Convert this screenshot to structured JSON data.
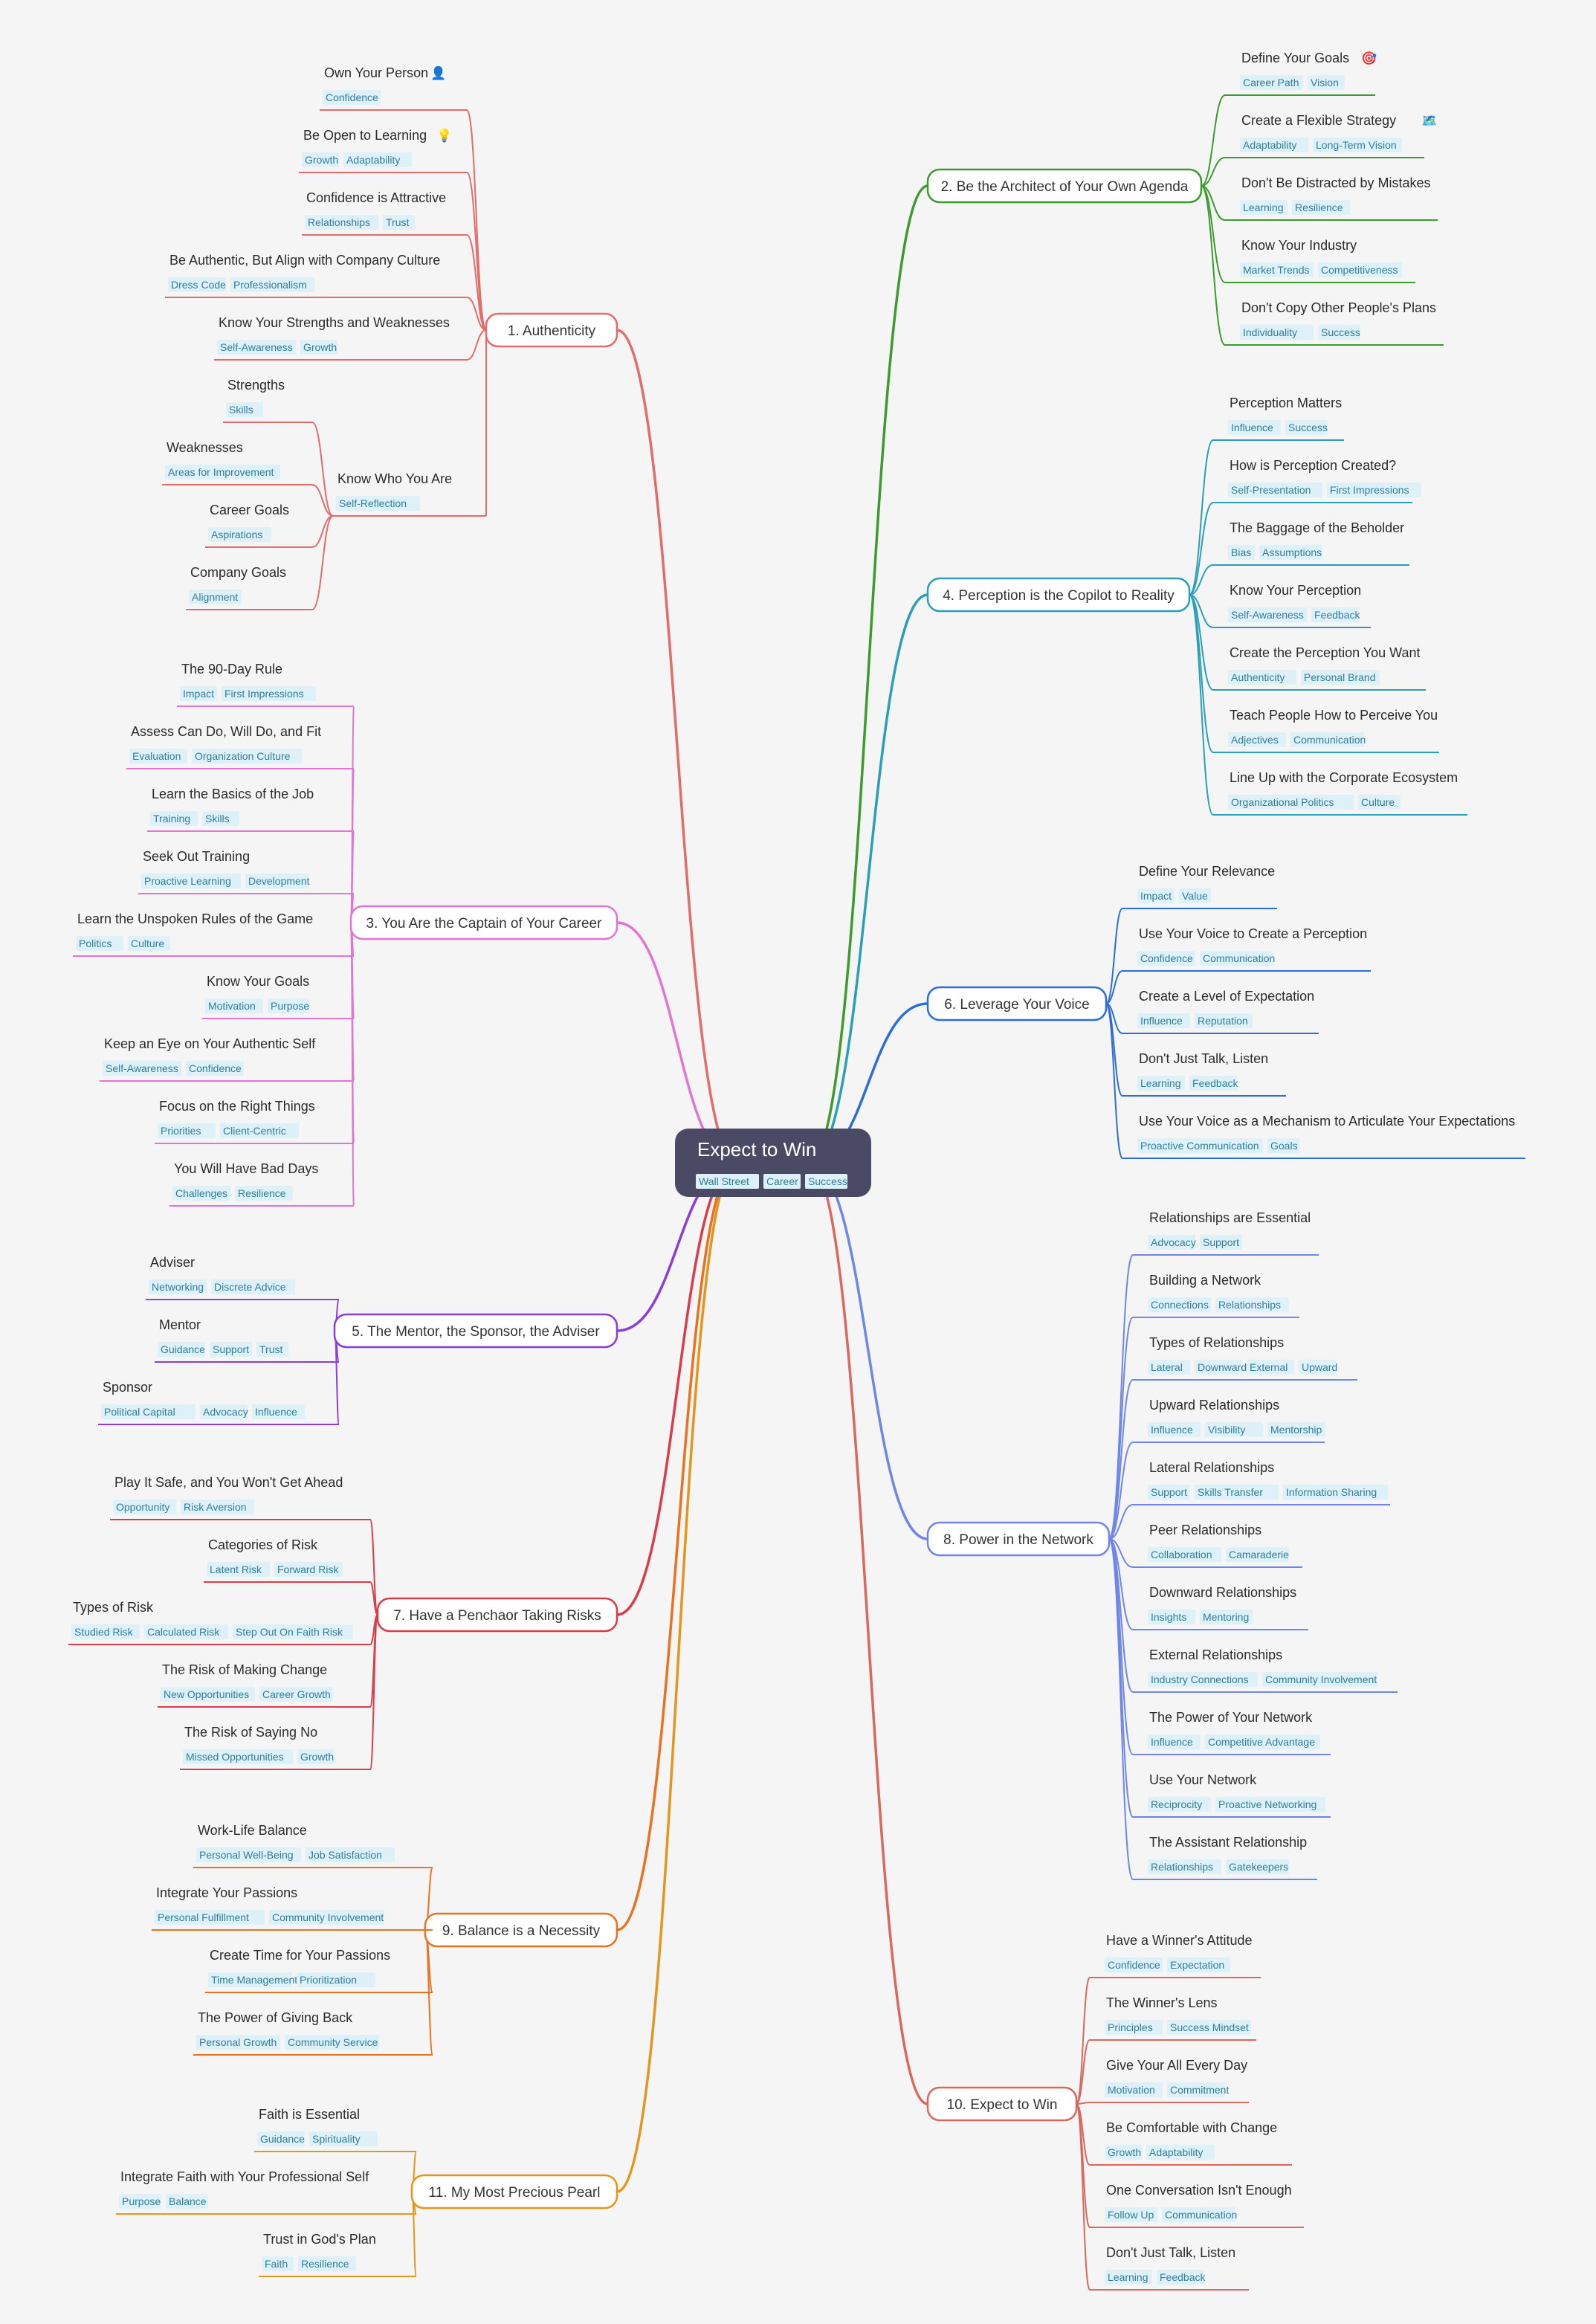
{
  "root": {
    "label": "Expect to Win",
    "tags": [
      "Wall Street",
      "Career",
      "Success"
    ]
  },
  "branches": [
    {
      "id": "authenticity",
      "label": "1. Authenticity",
      "color": "#e06c6c",
      "side": "left",
      "children": [
        {
          "label": "Own Your Person",
          "emoji": "👤",
          "tags": [
            "Confidence"
          ]
        },
        {
          "label": "Be Open to Learning",
          "emoji": "💡",
          "tags": [
            "Growth",
            "Adaptability"
          ]
        },
        {
          "label": "Confidence is Attractive",
          "tags": [
            "Relationships",
            "Trust"
          ]
        },
        {
          "label": "Be Authentic, But Align with Company Culture",
          "tags": [
            "Dress Code",
            "Professionalism"
          ]
        },
        {
          "label": "Know Your Strengths and Weaknesses",
          "tags": [
            "Self-Awareness",
            "Growth"
          ]
        },
        {
          "label": "Know Who You Are",
          "tags": [
            "Self-Reflection"
          ],
          "children": [
            {
              "label": "Strengths",
              "tags": [
                "Skills"
              ]
            },
            {
              "label": "Weaknesses",
              "tags": [
                "Areas for Improvement"
              ]
            },
            {
              "label": "Career Goals",
              "tags": [
                "Aspirations"
              ]
            },
            {
              "label": "Company Goals",
              "tags": [
                "Alignment"
              ]
            }
          ]
        }
      ]
    },
    {
      "id": "architect",
      "label": "2. Be the Architect of Your Own Agenda",
      "color": "#3d9a2f",
      "side": "right",
      "children": [
        {
          "label": "Define Your Goals",
          "emoji": "🎯",
          "tags": [
            "Career Path",
            "Vision"
          ]
        },
        {
          "label": "Create a Flexible Strategy",
          "emoji": "🗺️",
          "tags": [
            "Adaptability",
            "Long-Term Vision"
          ]
        },
        {
          "label": "Don't Be Distracted by Mistakes",
          "tags": [
            "Learning",
            "Resilience"
          ]
        },
        {
          "label": "Know Your Industry",
          "tags": [
            "Market Trends",
            "Competitiveness"
          ]
        },
        {
          "label": "Don't Copy Other People's Plans",
          "tags": [
            "Individuality",
            "Success"
          ]
        }
      ]
    },
    {
      "id": "captain",
      "label": "3. You Are the Captain of Your Career",
      "color": "#e176d0",
      "side": "left",
      "children": [
        {
          "label": "The 90-Day Rule",
          "tags": [
            "Impact",
            "First Impressions"
          ]
        },
        {
          "label": "Assess Can Do, Will Do, and Fit",
          "tags": [
            "Evaluation",
            "Organization Culture"
          ]
        },
        {
          "label": "Learn the Basics of the Job",
          "tags": [
            "Training",
            "Skills"
          ]
        },
        {
          "label": "Seek Out Training",
          "tags": [
            "Proactive Learning",
            "Development"
          ]
        },
        {
          "label": "Learn the Unspoken Rules of the Game",
          "tags": [
            "Politics",
            "Culture"
          ]
        },
        {
          "label": "Know Your Goals",
          "tags": [
            "Motivation",
            "Purpose"
          ]
        },
        {
          "label": "Keep an Eye on Your Authentic Self",
          "tags": [
            "Self-Awareness",
            "Confidence"
          ]
        },
        {
          "label": "Focus on the Right Things",
          "tags": [
            "Priorities",
            "Client-Centric"
          ]
        },
        {
          "label": "You Will Have Bad Days",
          "tags": [
            "Challenges",
            "Resilience"
          ]
        }
      ]
    },
    {
      "id": "perception",
      "label": "4. Perception is the Copilot to Reality",
      "color": "#2a9fb5",
      "side": "right",
      "children": [
        {
          "label": "Perception Matters",
          "tags": [
            "Influence",
            "Success"
          ]
        },
        {
          "label": "How is Perception Created?",
          "tags": [
            "Self-Presentation",
            "First Impressions"
          ]
        },
        {
          "label": "The Baggage of the Beholder",
          "tags": [
            "Bias",
            "Assumptions"
          ]
        },
        {
          "label": "Know Your Perception",
          "tags": [
            "Self-Awareness",
            "Feedback"
          ]
        },
        {
          "label": "Create the Perception You Want",
          "tags": [
            "Authenticity",
            "Personal Brand"
          ]
        },
        {
          "label": "Teach People How to Perceive You",
          "tags": [
            "Adjectives",
            "Communication"
          ]
        },
        {
          "label": "Line Up with the Corporate Ecosystem",
          "tags": [
            "Organizational Politics",
            "Culture"
          ]
        }
      ]
    },
    {
      "id": "mentor",
      "label": "5. The Mentor, the Sponsor, the Adviser",
      "color": "#8a3ed6",
      "side": "left",
      "children": [
        {
          "label": "Adviser",
          "tags": [
            "Networking",
            "Discrete Advice"
          ]
        },
        {
          "label": "Mentor",
          "tags": [
            "Guidance",
            "Support",
            "Trust"
          ]
        },
        {
          "label": "Sponsor",
          "tags": [
            "Political Capital",
            "Advocacy",
            "Influence"
          ]
        }
      ]
    },
    {
      "id": "voice",
      "label": "6. Leverage Your Voice",
      "color": "#2b6fd6",
      "side": "right",
      "children": [
        {
          "label": "Define Your Relevance",
          "tags": [
            "Impact",
            "Value"
          ]
        },
        {
          "label": "Use Your Voice to Create a Perception",
          "tags": [
            "Confidence",
            "Communication"
          ]
        },
        {
          "label": "Create a Level of Expectation",
          "tags": [
            "Influence",
            "Reputation"
          ]
        },
        {
          "label": "Don't Just Talk, Listen",
          "tags": [
            "Learning",
            "Feedback"
          ]
        },
        {
          "label": "Use Your Voice as a Mechanism to Articulate Your Expectations",
          "tags": [
            "Proactive Communication",
            "Goals"
          ]
        }
      ]
    },
    {
      "id": "risk",
      "label": "7. Have a Penchaor Taking Risks",
      "color": "#d93c4b",
      "side": "left",
      "children": [
        {
          "label": "Play It Safe, and You Won't Get Ahead",
          "tags": [
            "Opportunity",
            "Risk Aversion"
          ]
        },
        {
          "label": "Categories of Risk",
          "tags": [
            "Latent Risk",
            "Forward Risk"
          ]
        },
        {
          "label": "Types of Risk",
          "tags": [
            "Studied Risk",
            "Calculated Risk",
            "Step Out On Faith Risk"
          ]
        },
        {
          "label": "The Risk of Making Change",
          "tags": [
            "New Opportunities",
            "Career Growth"
          ]
        },
        {
          "label": "The Risk of Saying No",
          "tags": [
            "Missed Opportunities",
            "Growth"
          ]
        }
      ]
    },
    {
      "id": "network",
      "label": "8. Power in the Network",
      "color": "#6f86e6",
      "side": "right",
      "children": [
        {
          "label": "Relationships are Essential",
          "tags": [
            "Advocacy",
            "Support"
          ]
        },
        {
          "label": "Building a Network",
          "tags": [
            "Connections",
            "Relationships"
          ]
        },
        {
          "label": "Types of Relationships",
          "tags": [
            "Lateral",
            "Downward",
            "External",
            "Upward"
          ]
        },
        {
          "label": "Upward Relationships",
          "tags": [
            "Influence",
            "Visibility",
            "Mentorship"
          ]
        },
        {
          "label": "Lateral Relationships",
          "tags": [
            "Support",
            "Skills Transfer",
            "Information Sharing"
          ]
        },
        {
          "label": "Peer Relationships",
          "tags": [
            "Collaboration",
            "Camaraderie"
          ]
        },
        {
          "label": "Downward Relationships",
          "tags": [
            "Insights",
            "Mentoring"
          ]
        },
        {
          "label": "External Relationships",
          "tags": [
            "Industry Connections",
            "Community Involvement"
          ]
        },
        {
          "label": "The Power of Your Network",
          "tags": [
            "Influence",
            "Competitive Advantage"
          ]
        },
        {
          "label": "Use Your Network",
          "tags": [
            "Reciprocity",
            "Proactive Networking"
          ]
        },
        {
          "label": "The Assistant Relationship",
          "tags": [
            "Relationships",
            "Gatekeepers"
          ]
        }
      ]
    },
    {
      "id": "balance",
      "label": "9. Balance is a Necessity",
      "color": "#e8721f",
      "side": "left",
      "children": [
        {
          "label": "Work-Life Balance",
          "tags": [
            "Personal Well-Being",
            "Job Satisfaction"
          ]
        },
        {
          "label": "Integrate Your Passions",
          "tags": [
            "Personal Fulfillment",
            "Community Involvement"
          ]
        },
        {
          "label": "Create Time for Your Passions",
          "tags": [
            "Time Management",
            "Prioritization"
          ]
        },
        {
          "label": "The Power of Giving Back",
          "tags": [
            "Personal Growth",
            "Community Service"
          ]
        }
      ]
    },
    {
      "id": "expect",
      "label": "10. Expect to Win",
      "color": "#d9685f",
      "side": "right",
      "children": [
        {
          "label": "Have a Winner's Attitude",
          "tags": [
            "Confidence",
            "Expectation"
          ]
        },
        {
          "label": "The Winner's Lens",
          "tags": [
            "Principles",
            "Success Mindset"
          ]
        },
        {
          "label": "Give Your All Every Day",
          "tags": [
            "Motivation",
            "Commitment"
          ]
        },
        {
          "label": "Be Comfortable with Change",
          "tags": [
            "Growth",
            "Adaptability"
          ]
        },
        {
          "label": "One Conversation Isn't Enough",
          "tags": [
            "Follow Up",
            "Communication"
          ]
        },
        {
          "label": "Don't Just Talk, Listen",
          "tags": [
            "Learning",
            "Feedback"
          ]
        }
      ]
    },
    {
      "id": "pearl",
      "label": "11. My Most Precious Pearl",
      "color": "#e3961e",
      "side": "left",
      "children": [
        {
          "label": "Faith is Essential",
          "tags": [
            "Guidance",
            "Spirituality"
          ]
        },
        {
          "label": "Integrate Faith with Your Professional Self",
          "tags": [
            "Purpose",
            "Balance"
          ]
        },
        {
          "label": "Trust in God's Plan",
          "tags": [
            "Faith",
            "Resilience"
          ]
        }
      ]
    }
  ],
  "colors": {
    "background": "#f5f5f5",
    "root_fill": "#4a4a64",
    "tag_fill": "#dff1f8",
    "tag_text": "#2f7d9c"
  }
}
